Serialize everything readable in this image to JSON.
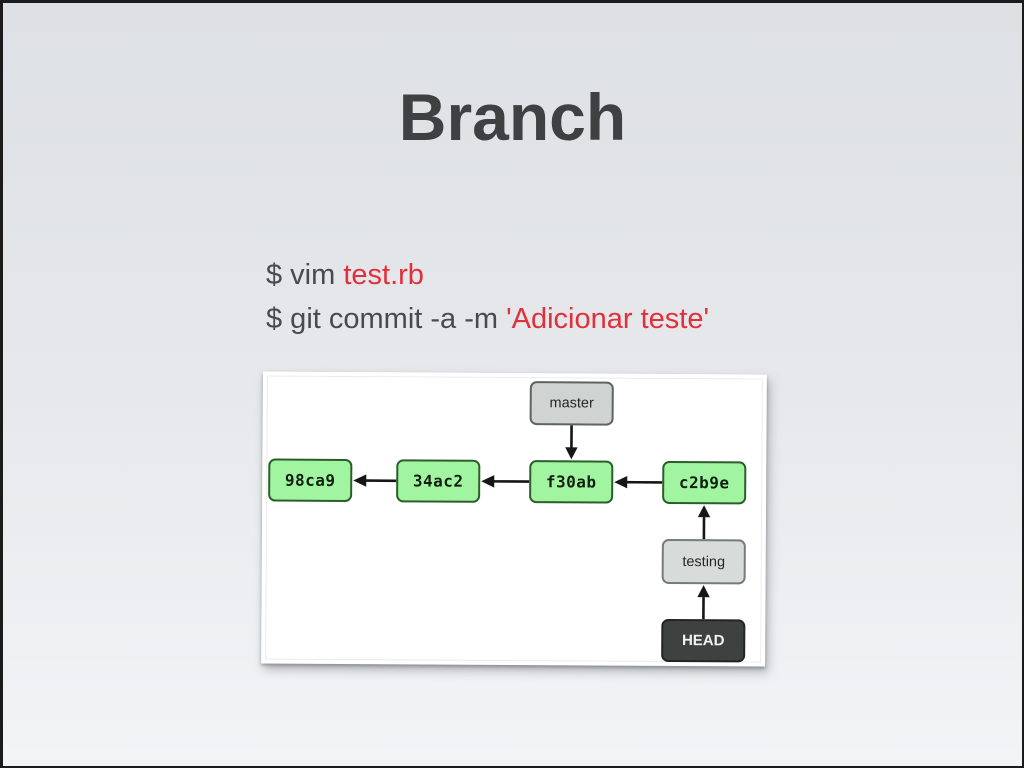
{
  "slide": {
    "title": "Branch",
    "colors": {
      "background_top": "#dde0e4",
      "background_bottom": "#f3f4f6",
      "title": "#3f4042",
      "frame": "#1b1b1b"
    }
  },
  "terminal": {
    "text_color": "#4a4a4c",
    "highlight_color": "#e0303a",
    "lines": [
      {
        "plain": "$ vim ",
        "highlight": "test.rb"
      },
      {
        "plain": "$ git commit -a -m ",
        "highlight": "'Adicionar teste'"
      }
    ]
  },
  "diagram": {
    "commits": [
      "98ca9",
      "34ac2",
      "f30ab",
      "c2b9e"
    ],
    "branches": [
      {
        "label": "master",
        "points_to": "f30ab"
      },
      {
        "label": "testing",
        "points_to": "c2b9e"
      }
    ],
    "head": {
      "label": "HEAD",
      "points_to": "testing"
    },
    "edges": [
      {
        "from": "34ac2",
        "to": "98ca9"
      },
      {
        "from": "f30ab",
        "to": "34ac2"
      },
      {
        "from": "c2b9e",
        "to": "f30ab"
      },
      {
        "from": "master",
        "to": "f30ab"
      },
      {
        "from": "testing",
        "to": "c2b9e"
      },
      {
        "from": "HEAD",
        "to": "testing"
      }
    ],
    "colors": {
      "commit_fill": "#a2f5a0",
      "commit_border": "#2c5e2c",
      "branch_fill": "#d2d6d5",
      "branch_border": "#5f6463",
      "head_fill": "#3f4141",
      "head_border": "#232525",
      "head_text": "#f2f2f2",
      "arrow": "#161616"
    }
  }
}
